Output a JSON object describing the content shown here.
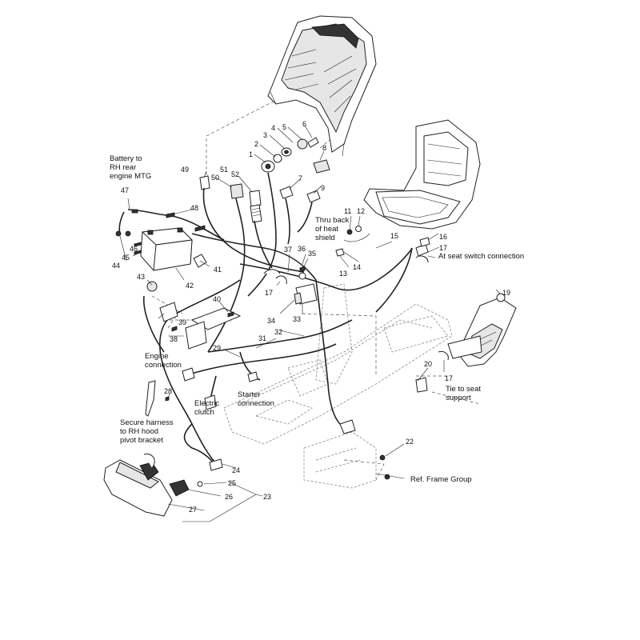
{
  "callouts": [
    {
      "id": "c1",
      "text": "1"
    },
    {
      "id": "c2",
      "text": "2"
    },
    {
      "id": "c3",
      "text": "3"
    },
    {
      "id": "c4",
      "text": "4"
    },
    {
      "id": "c5",
      "text": "5"
    },
    {
      "id": "c6",
      "text": "6"
    },
    {
      "id": "c7",
      "text": "7"
    },
    {
      "id": "c8",
      "text": "8"
    },
    {
      "id": "c9",
      "text": "9"
    },
    {
      "id": "c11",
      "text": "11"
    },
    {
      "id": "c12",
      "text": "12"
    },
    {
      "id": "c13",
      "text": "13"
    },
    {
      "id": "c14",
      "text": "14"
    },
    {
      "id": "c15",
      "text": "15"
    },
    {
      "id": "c16",
      "text": "16"
    },
    {
      "id": "c17a",
      "text": "17"
    },
    {
      "id": "c17b",
      "text": "17"
    },
    {
      "id": "c17c",
      "text": "17"
    },
    {
      "id": "c19",
      "text": "19"
    },
    {
      "id": "c20",
      "text": "20"
    },
    {
      "id": "c22",
      "text": "22"
    },
    {
      "id": "c23",
      "text": "23"
    },
    {
      "id": "c24",
      "text": "24"
    },
    {
      "id": "c25",
      "text": "25"
    },
    {
      "id": "c26",
      "text": "26"
    },
    {
      "id": "c27",
      "text": "27"
    },
    {
      "id": "c28",
      "text": "28"
    },
    {
      "id": "c29",
      "text": "29"
    },
    {
      "id": "c31",
      "text": "31"
    },
    {
      "id": "c32",
      "text": "32"
    },
    {
      "id": "c33",
      "text": "33"
    },
    {
      "id": "c34",
      "text": "34"
    },
    {
      "id": "c35",
      "text": "35"
    },
    {
      "id": "c36",
      "text": "36"
    },
    {
      "id": "c37",
      "text": "37"
    },
    {
      "id": "c38",
      "text": "38"
    },
    {
      "id": "c39",
      "text": "39"
    },
    {
      "id": "c40",
      "text": "40"
    },
    {
      "id": "c41",
      "text": "41"
    },
    {
      "id": "c42",
      "text": "42"
    },
    {
      "id": "c43",
      "text": "43"
    },
    {
      "id": "c44",
      "text": "44"
    },
    {
      "id": "c45",
      "text": "45"
    },
    {
      "id": "c46",
      "text": "46"
    },
    {
      "id": "c47",
      "text": "47"
    },
    {
      "id": "c48",
      "text": "48"
    },
    {
      "id": "c49",
      "text": "49"
    },
    {
      "id": "c50",
      "text": "50"
    },
    {
      "id": "c51",
      "text": "51"
    },
    {
      "id": "c52",
      "text": "52"
    }
  ],
  "notes": {
    "battery": [
      "Battery to",
      "RH rear",
      "engine MTG"
    ],
    "heat_shield": [
      "Thru back",
      "of heat",
      "shield"
    ],
    "seat_switch": [
      "At seat switch connection"
    ],
    "engine_connection": [
      "Engine",
      "connection"
    ],
    "starter_connection": [
      "Starter",
      "connection"
    ],
    "electric_clutch": [
      "Electric",
      "clutch"
    ],
    "secure_harness": [
      "Secure harness",
      "to RH hood",
      "pivot bracket"
    ],
    "tie_seat": [
      "Tie to seat",
      "support"
    ],
    "ref_frame": [
      "Ref. Frame Group"
    ]
  }
}
